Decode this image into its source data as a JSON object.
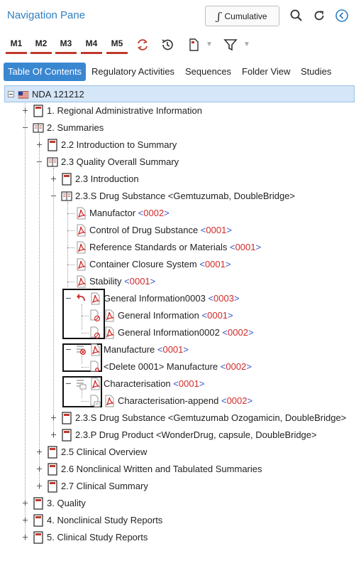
{
  "header": {
    "title": "Navigation Pane",
    "cumulative_symbol": "ʃ",
    "cumulative_label": "Cumulative",
    "icons": [
      "search-icon",
      "refresh-icon",
      "collapse-left-icon"
    ]
  },
  "toolbar": {
    "module_buttons": [
      "M1",
      "M2",
      "M3",
      "M4",
      "M5"
    ],
    "icons": [
      "sync-icon",
      "history-icon",
      "document-icon",
      "filter-icon"
    ]
  },
  "tabs": [
    {
      "label": "Table Of Contents",
      "active": true
    },
    {
      "label": "Regulatory Activities",
      "active": false
    },
    {
      "label": "Sequences",
      "active": false
    },
    {
      "label": "Folder View",
      "active": false
    },
    {
      "label": "Studies",
      "active": false
    }
  ],
  "tree": {
    "rows": [
      {
        "label": "NDA 121212",
        "seq": ""
      },
      {
        "label": "1. Regional Administrative Information",
        "seq": ""
      },
      {
        "label": "2. Summaries",
        "seq": ""
      },
      {
        "label": "2.2 Introduction to Summary",
        "seq": ""
      },
      {
        "label": "2.3 Quality Overall Summary",
        "seq": ""
      },
      {
        "label": "2.3 Introduction",
        "seq": ""
      },
      {
        "label": "2.3.S Drug Substance <Gemtuzumab, DoubleBridge>",
        "seq": ""
      },
      {
        "label": "Manufactor ",
        "seq": "0002"
      },
      {
        "label": "Control of Drug Substance ",
        "seq": "0001"
      },
      {
        "label": "Reference Standards or Materials ",
        "seq": "0001"
      },
      {
        "label": "Container Closure System ",
        "seq": "0001"
      },
      {
        "label": "Stability ",
        "seq": "0001"
      },
      {
        "label": "General Information0003 ",
        "seq": "0003"
      },
      {
        "label": "General Information ",
        "seq": "0001"
      },
      {
        "label": "General Information0002 ",
        "seq": "0002"
      },
      {
        "label": "Manufacture ",
        "seq": "0001"
      },
      {
        "label": "<Delete 0001> Manufacture ",
        "seq": "0002"
      },
      {
        "label": "Characterisation ",
        "seq": "0001"
      },
      {
        "label": "Characterisation-append ",
        "seq": "0002"
      },
      {
        "label": "2.3.S Drug Substance <Gemtuzumab Ozogamicin, DoubleBridge>",
        "seq": ""
      },
      {
        "label": "2.3.P Drug Product <WonderDrug, capsule, DoubleBridge>",
        "seq": ""
      },
      {
        "label": "2.5 Clinical Overview",
        "seq": ""
      },
      {
        "label": "2.6 Nonclinical Written and Tabulated Summaries",
        "seq": ""
      },
      {
        "label": "2.7 Clinical Summary",
        "seq": ""
      },
      {
        "label": "3. Quality",
        "seq": ""
      },
      {
        "label": "4. Nonclinical Study Reports",
        "seq": ""
      },
      {
        "label": "5. Clinical Study Reports",
        "seq": ""
      }
    ]
  },
  "colors": {
    "accent": "#3a87d1",
    "title": "#2f7fc1",
    "module_underline": "#c0392b",
    "sequence": "#d12a2a",
    "bracket": "#3b55c7",
    "selected_row": "#d4e6f7"
  }
}
